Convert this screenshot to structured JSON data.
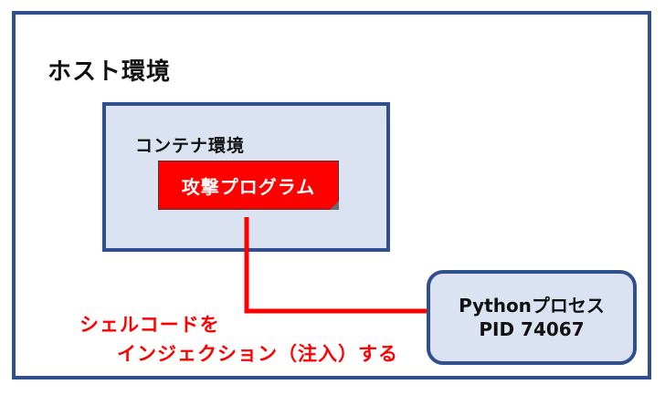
{
  "host": {
    "title": "ホスト環境"
  },
  "container": {
    "title": "コンテナ環境"
  },
  "attack": {
    "label": "攻撃プログラム"
  },
  "python_process": {
    "line1": "Pythonプロセス",
    "line2": "PID 74067"
  },
  "annotation": {
    "line1": "シェルコードを",
    "line2": "インジェクション（注入）する"
  },
  "colors": {
    "frame": "#2f4f8f",
    "box_fill": "#dbe2f2",
    "attack_fill": "#ff0000",
    "arrow": "#ff0000"
  }
}
